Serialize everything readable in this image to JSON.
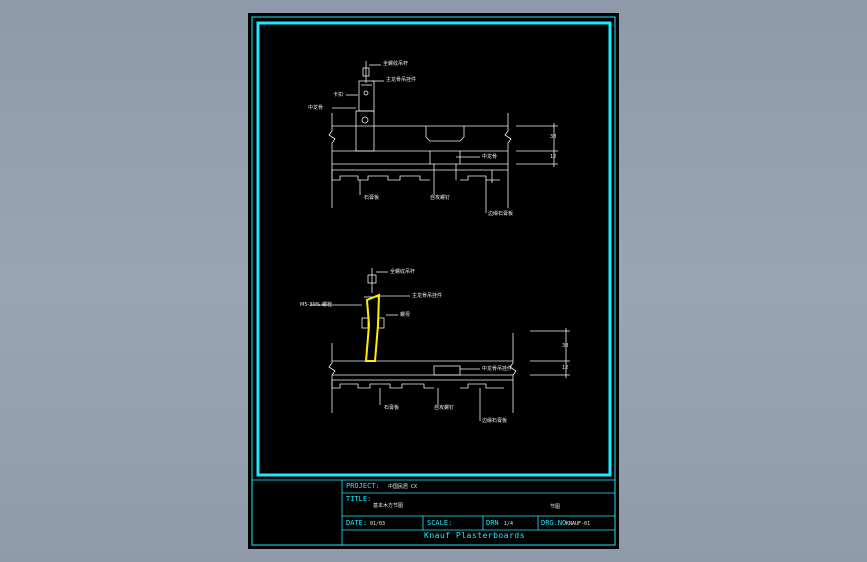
{
  "title_block": {
    "project_label": "PROJECT:",
    "project_value": "中国民居 CX",
    "title_label": "TITLE:",
    "title_value": "基本木方节图",
    "title_right": "节图",
    "date_label": "DATE:",
    "date_value": "01/03",
    "scale_label": "SCALE:",
    "scale_value": "",
    "drn_label": "DRN",
    "drn_value": "1/4",
    "drgno_label": "DRG.NO",
    "drgno_value": "KNAUF-01",
    "company": "Knauf Plasterboards"
  },
  "detail_top": {
    "notes": {
      "hanger": "全螺纹吊杆",
      "main_keel_clip": "主龙骨吊挂件",
      "clip": "卡扣",
      "main_keel_sub": "中龙骨",
      "middle_keel": "中龙骨",
      "board": "石膏板",
      "screw": "自攻螺钉",
      "edge_board": "边缘石膏板"
    },
    "dims": [
      "38",
      "12"
    ]
  },
  "detail_bottom": {
    "notes": {
      "hanger": "全螺纹吊杆",
      "main_keel_clip": "主龙骨吊挂件",
      "spec": "M5-30% 螺栓",
      "nut": "螺母",
      "middle_keel": "中龙骨吊挂件",
      "board": "石膏板",
      "screw": "自攻螺钉",
      "edge_board": "边缘石膏板"
    },
    "dims": [
      "38",
      "12"
    ]
  }
}
